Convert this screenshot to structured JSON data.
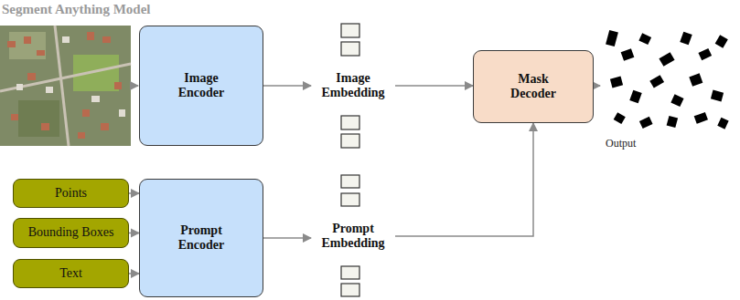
{
  "diagram": {
    "title": "Segment Anything Model",
    "nodes": [
      {
        "text": [
          "Image Encoder"
        ]
      },
      {
        "text": [
          "Image Embedding"
        ]
      },
      {
        "text": [
          "Mask Decoder"
        ]
      },
      {
        "text": [
          "Points"
        ]
      },
      {
        "text": [
          "Bounding Boxes"
        ]
      },
      {
        "text": [
          "Text"
        ]
      },
      {
        "text": [
          "Prompt Encoder"
        ]
      },
      {
        "text": [
          "Prompt Embedding"
        ]
      }
    ],
    "edges": [
      {
        "from": 0,
        "to": 1,
        "arrow": "to"
      },
      {
        "from": 1,
        "to": 2,
        "arrow": "to"
      },
      {
        "from": 3,
        "to": 6,
        "arrow": "to"
      },
      {
        "from": 4,
        "to": 6,
        "arrow": "to"
      },
      {
        "from": 5,
        "to": 6,
        "arrow": "to"
      },
      {
        "from": 6,
        "to": 7,
        "arrow": "to"
      },
      {
        "from": 7,
        "to": 2,
        "arrow": "to"
      }
    ],
    "labels": [
      "Output"
    ]
  }
}
